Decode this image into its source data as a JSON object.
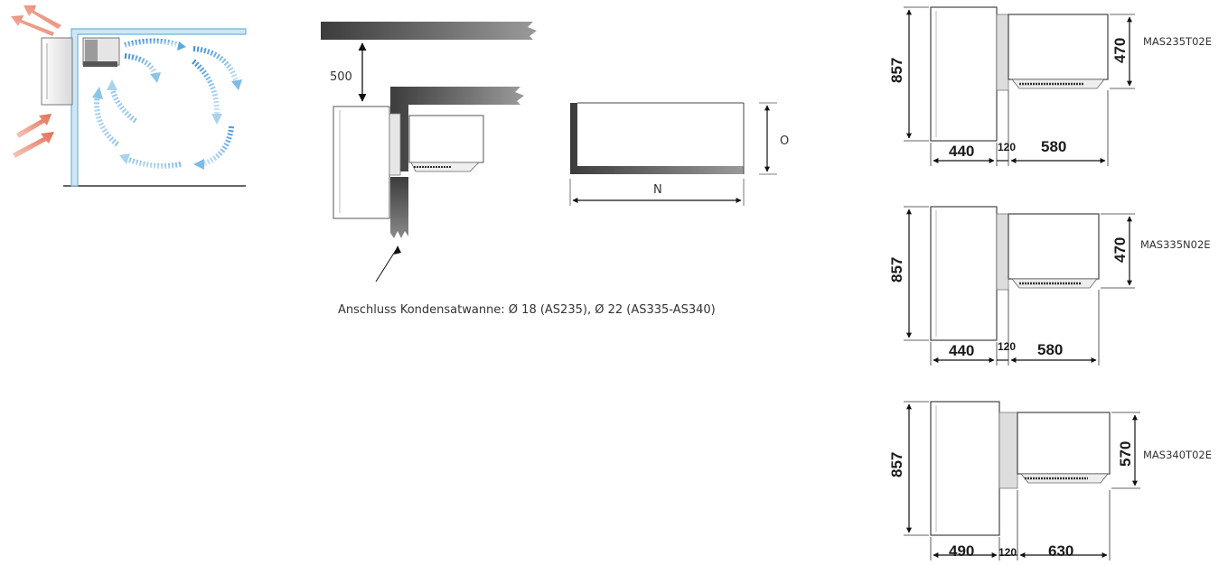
{
  "installation": {
    "clearance": "500",
    "height_label": "O",
    "width_label": "N",
    "drain_note": "Anschluss Kondensatwanne: Ø 18 (AS235), Ø 22 (AS335-AS340)"
  },
  "models": [
    {
      "name": "MAS235T02E",
      "height": "857",
      "depth_outer": "440",
      "wall": "120",
      "depth_inner": "580",
      "inner_height": "470"
    },
    {
      "name": "MAS335N02E",
      "height": "857",
      "depth_outer": "440",
      "wall": "120",
      "depth_inner": "580",
      "inner_height": "470"
    },
    {
      "name": "MAS340T02E",
      "height": "857",
      "depth_outer": "490",
      "wall": "120",
      "depth_inner": "630",
      "inner_height": "570"
    }
  ],
  "colors": {
    "warm_air": "#e8806a",
    "cold_air": "#5aa9e0",
    "wall_blue": "#a9d3ec",
    "wall_dark": "#4a4a4a"
  }
}
